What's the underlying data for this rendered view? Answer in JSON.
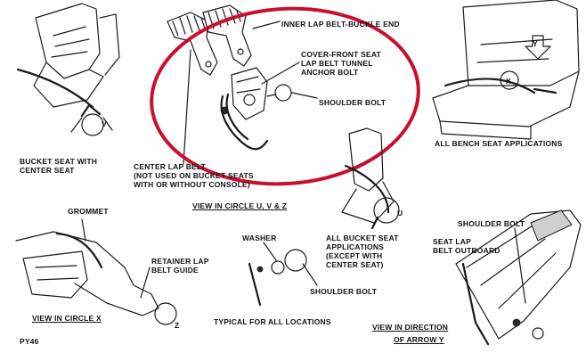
{
  "labels": {
    "inner_lap_belt": "INNER LAP BELT-BUCKLE END",
    "cover_front_seat": "COVER-FRONT SEAT\nLAP BELT TUNNEL\nANCHOR BOLT",
    "shoulder_bolt_top": "SHOULDER BOLT",
    "center_lap_belt": "CENTER LAP BELT\n(NOT USED ON BUCKET SEATS\nWITH OR WITHOUT CONSOLE)",
    "view_in_circle_uvz": "VIEW IN CIRCLE U, V & Z",
    "bucket_seat_center": "BUCKET SEAT WITH\nCENTER SEAT",
    "all_bench": "ALL BENCH SEAT APPLICATIONS",
    "grommet": "GROMMET",
    "retainer": "RETAINER LAP\nBELT GUIDE",
    "view_in_circle_x": "VIEW IN CIRCLE X",
    "washer": "WASHER",
    "shoulder_bolt_mid": "SHOULDER BOLT",
    "typical": "TYPICAL FOR ALL LOCATIONS",
    "all_bucket": "ALL BUCKET SEAT\nAPPLICATIONS\n(EXCEPT WITH\nCENTER SEAT)",
    "shoulder_bolt_right": "SHOULDER BOLT",
    "seat_lap_outboard": "SEAT LAP\nBELT OUTBOARD",
    "view_direction": "VIEW IN DIRECTION",
    "of_arrow_y": "OF ARROW Y",
    "code": "PY46",
    "letter_u": "U",
    "letter_v": "V",
    "letter_x": "X",
    "letter_y": "Y",
    "letter_z": "Z"
  },
  "colors": {
    "highlight": "#c8102e",
    "ink": "#1a1a1a",
    "background": "#ffffff"
  }
}
